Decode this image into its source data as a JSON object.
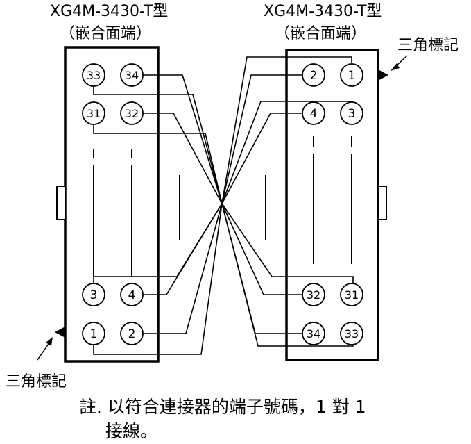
{
  "left_connector": {
    "model": "XG4M-3430-T型",
    "face": "（嵌合面端）",
    "triangle_mark": "三角標記",
    "pins": [
      "33",
      "34",
      "31",
      "32",
      "3",
      "4",
      "1",
      "2"
    ]
  },
  "right_connector": {
    "model": "XG4M-3430-T型",
    "face": "（嵌合面端）",
    "triangle_mark": "三角標記",
    "pins": [
      "2",
      "1",
      "4",
      "3",
      "32",
      "31",
      "34",
      "33"
    ]
  },
  "note": {
    "line1": "註. 以符合連接器的端子號碼，1 對 1",
    "line2": "接線。"
  }
}
